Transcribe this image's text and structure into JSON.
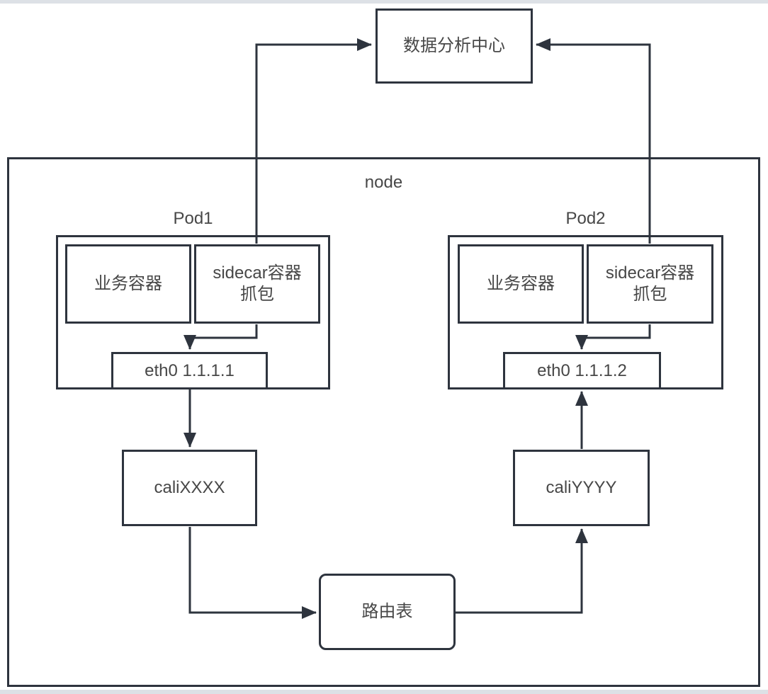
{
  "colors": {
    "stroke": "#2e343e",
    "text": "#474747",
    "background": "#ffffff",
    "page_edge": "#dde1e6"
  },
  "analysis_center": {
    "label": "数据分析中心"
  },
  "node": {
    "label": "node"
  },
  "pod1": {
    "label": "Pod1",
    "business_container": "业务容器",
    "sidecar_line1": "sidecar容器",
    "sidecar_line2": "抓包",
    "eth0": "eth0 1.1.1.1"
  },
  "pod2": {
    "label": "Pod2",
    "business_container": "业务容器",
    "sidecar_line1": "sidecar容器",
    "sidecar_line2": "抓包",
    "eth0": "eth0 1.1.1.2"
  },
  "veth_left": {
    "label": "caliXXXX"
  },
  "veth_right": {
    "label": "caliYYYY"
  },
  "route_table": {
    "label": "路由表"
  }
}
